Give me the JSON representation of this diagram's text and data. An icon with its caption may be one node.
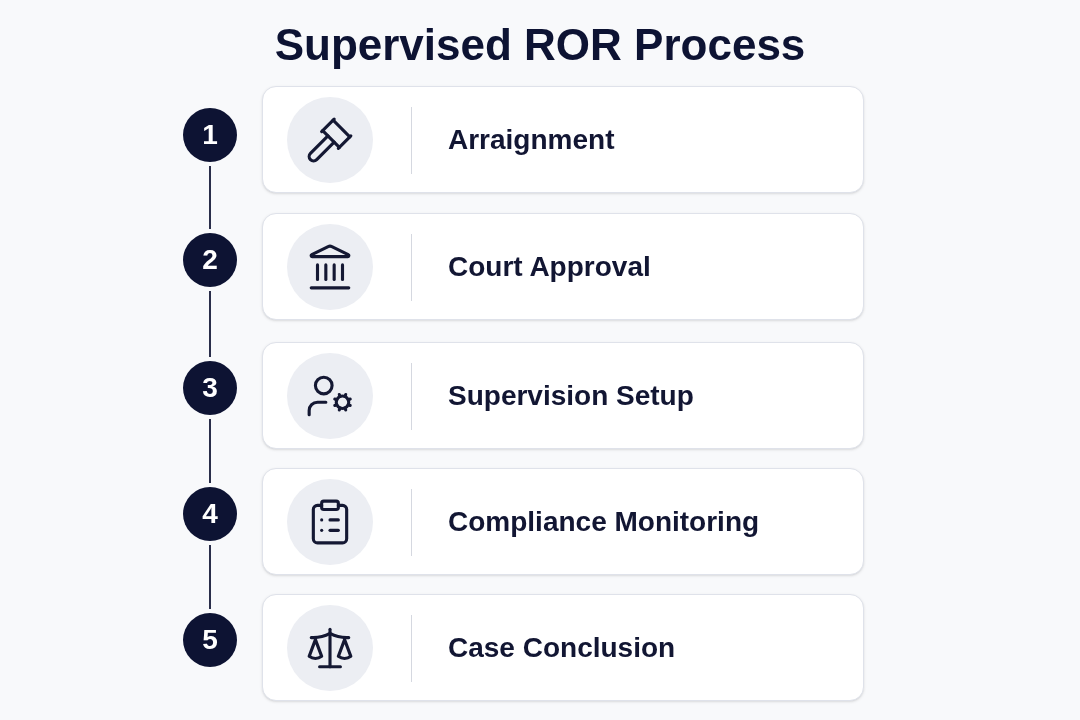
{
  "diagram": {
    "title": "Supervised ROR Process",
    "nodes": [
      {
        "text": [
          "1"
        ]
      },
      {
        "text": [
          "2"
        ]
      },
      {
        "text": [
          "3"
        ]
      },
      {
        "text": [
          "4"
        ]
      },
      {
        "text": [
          "5"
        ]
      },
      {
        "text": [
          "Arraignment"
        ]
      },
      {
        "text": [
          "Court Approval"
        ]
      },
      {
        "text": [
          "Supervision Setup"
        ]
      },
      {
        "text": [
          "Compliance Monitoring"
        ]
      },
      {
        "text": [
          "Case Conclusion"
        ]
      }
    ],
    "edges": [
      {
        "from": 0,
        "to": 1,
        "arrow": "none"
      },
      {
        "from": 1,
        "to": 2,
        "arrow": "none"
      },
      {
        "from": 2,
        "to": 3,
        "arrow": "none"
      },
      {
        "from": 3,
        "to": 4,
        "arrow": "none"
      }
    ]
  }
}
